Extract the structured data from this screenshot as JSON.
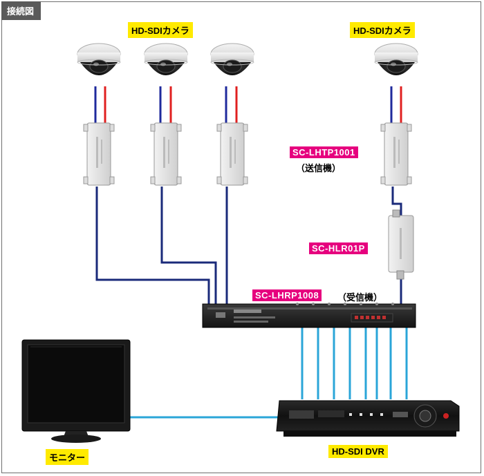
{
  "diagram": {
    "title": "接続図",
    "camera_group_label": "HD-SDIカメラ",
    "camera_single_label": "HD-SDIカメラ",
    "transmitter_model": "SC-LHTP1001",
    "transmitter_note": "（送信機）",
    "repeater_model": "SC-HLR01P",
    "receiver_model": "SC-LHRP1008",
    "receiver_note": "（受信機）",
    "monitor_label": "モニター",
    "dvr_label": "HD-SDI DVR"
  },
  "colors": {
    "coax_red": "#e02020",
    "coax_blue": "#1f2a9c",
    "utp_navy": "#1a2a7a",
    "video_cyan": "#2aa5d8",
    "label_yellow": "#ffea00",
    "label_pink": "#e6007e"
  }
}
